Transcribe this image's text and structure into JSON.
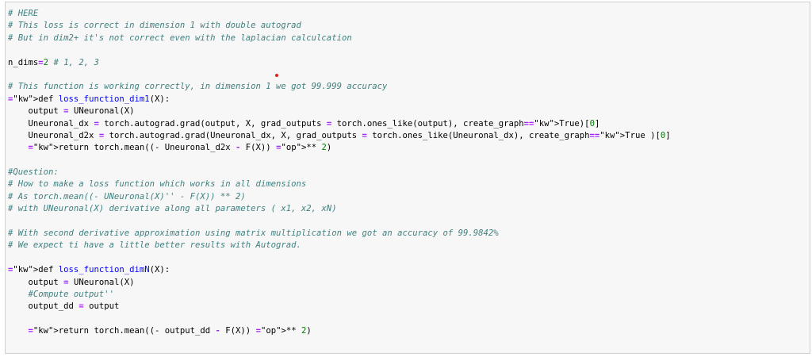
{
  "code": {
    "lines": [
      "# HERE",
      "# This loss is correct in dimension 1 with double autograd",
      "# But in dim2+ it's not correct even with the laplacian calculcation",
      "",
      "n_dims=2 # 1, 2, 3",
      "",
      "# This function is working correctly, in dimension 1 we got 99.999 accuracy",
      "def loss_function_dim1(X):",
      "    output = UNeuronal(X)",
      "    Uneuronal_dx = torch.autograd.grad(output, X, grad_outputs = torch.ones_like(output), create_graph=True)[0]",
      "    Uneuronal_d2x = torch.autograd.grad(Uneuronal_dx, X, grad_outputs = torch.ones_like(Uneuronal_dx), create_graph=True )[0]",
      "    return torch.mean((- Uneuronal_d2x - F(X)) ** 2)",
      "",
      "#Question:",
      "# How to make a loss function which works in all dimensions",
      "# As torch.mean((- UNeuronal(X)'' - F(X)) ** 2)",
      "# with UNeuronal(X) derivative along all parameters ( x1, x2, xN)",
      "",
      "# With second derivative approximation using matrix multiplication we got an accuracy of 99.9842%",
      "# We expect ti have a little better results with Autograd.",
      "",
      "def loss_function_dimN(X):",
      "    output = UNeuronal(X)",
      "    #Compute output''",
      "    output_dd = output",
      "",
      "    return torch.mean((- output_dd - F(X)) ** 2)"
    ]
  }
}
